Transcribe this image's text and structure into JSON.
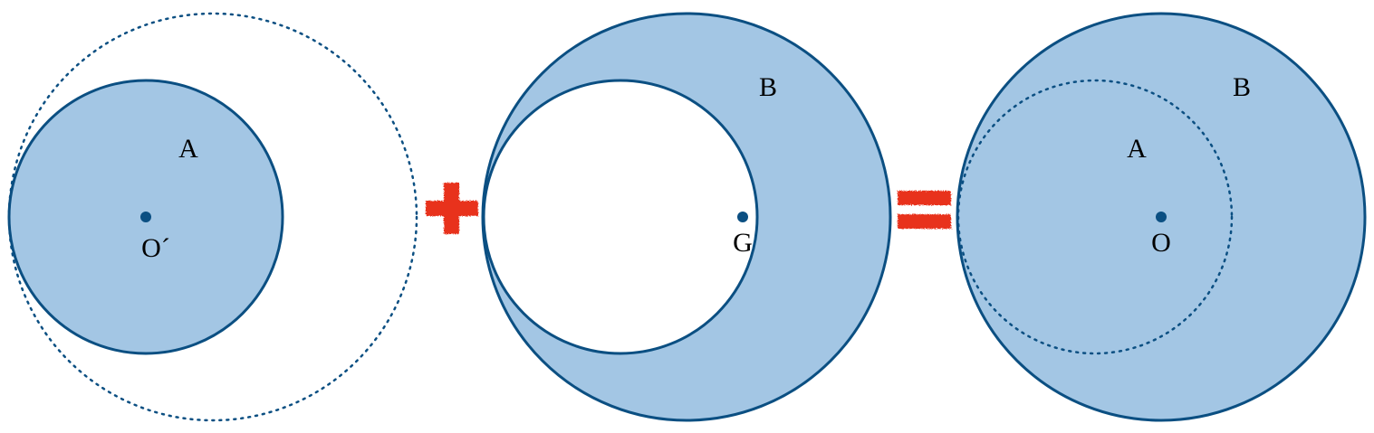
{
  "colors": {
    "fill": "#a3c6e4",
    "stroke": "#0b4f82",
    "dot": "#0b4f82",
    "operator": "#e8321e",
    "background": "#ffffff"
  },
  "panel_a": {
    "label_disk": "A",
    "label_center": "O´"
  },
  "panel_b": {
    "label_disk": "B",
    "label_center": "G"
  },
  "panel_sum": {
    "label_outer": "B",
    "label_inner": "A",
    "label_center": "O"
  },
  "operators": {
    "plus": "plus-sign",
    "equals": "equals-sign"
  }
}
